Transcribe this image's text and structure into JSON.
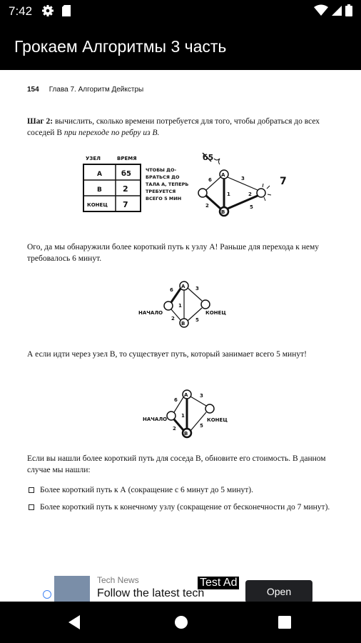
{
  "status_bar": {
    "time": "7:42",
    "icons": [
      "gear-icon",
      "sd-card-icon",
      "wifi-icon",
      "signal-icon",
      "battery-icon"
    ]
  },
  "app_bar": {
    "title": "Грокаем Алгоритмы 3 часть"
  },
  "page": {
    "page_number": "154",
    "chapter": "Глава 7. Алгоритм Дейкстры",
    "step_label": "Шаг 2:",
    "step_text": " вычислить, сколько времени потребуется для того, чтобы добраться до всех соседей В ",
    "step_italic": "при переходе по ребру из В.",
    "figure1": {
      "table_headers": [
        "УЗЕЛ",
        "ВРЕМЯ"
      ],
      "rows": [
        {
          "node": "А",
          "time": "б5"
        },
        {
          "node": "В",
          "time": "2"
        },
        {
          "node": "КОНЕЦ",
          "time": "7"
        }
      ],
      "note": [
        "ЧТОБЫ ДО-",
        "БРАТЬСЯ ДО",
        "ТАЛА А, ТЕПЕРЬ",
        "ТРЕБУЕТСЯ",
        "ВСЕГО 5 МИН"
      ],
      "crossed_label": "б5",
      "end_value": "7",
      "node_a": "А",
      "node_b": "В",
      "edge_labels": [
        "6",
        "3",
        "1",
        "5",
        "2",
        "2"
      ]
    },
    "para2": "Ого, да мы обнаружили более короткий путь к узлу А! Раньше для перехода к нему требовалось 6 минут.",
    "figure2": {
      "start": "НАЧАЛО",
      "end": "КОНЕЦ",
      "node_a": "А",
      "node_b": "В",
      "edge_labels": [
        "6",
        "3",
        "1",
        "2",
        "5"
      ]
    },
    "para3": "А если идти через узел В, то существует путь, который занимает всего 5 минут!",
    "figure3": {
      "start": "НАЧАЛО",
      "end": "КОНЕЦ",
      "node_a": "А",
      "node_b": "В",
      "edge_labels": [
        "6",
        "3",
        "1",
        "2",
        "5"
      ]
    },
    "para4": "Если вы нашли более короткий путь для соседа В, обновите его стоимость. В данном случае мы нашли:",
    "bullets": [
      "Более короткий путь к А (сокращение с 6 минут до 5 минут).",
      "Более короткий путь к конечному узлу (сокращение от бесконечности до 7 минут)."
    ]
  },
  "ad": {
    "source": "Tech News",
    "headline": "Follow the latest tech",
    "label": "Test Ad",
    "button": "Open"
  },
  "nav_bar": {
    "icons": [
      "back-icon",
      "home-icon",
      "recents-icon"
    ]
  }
}
